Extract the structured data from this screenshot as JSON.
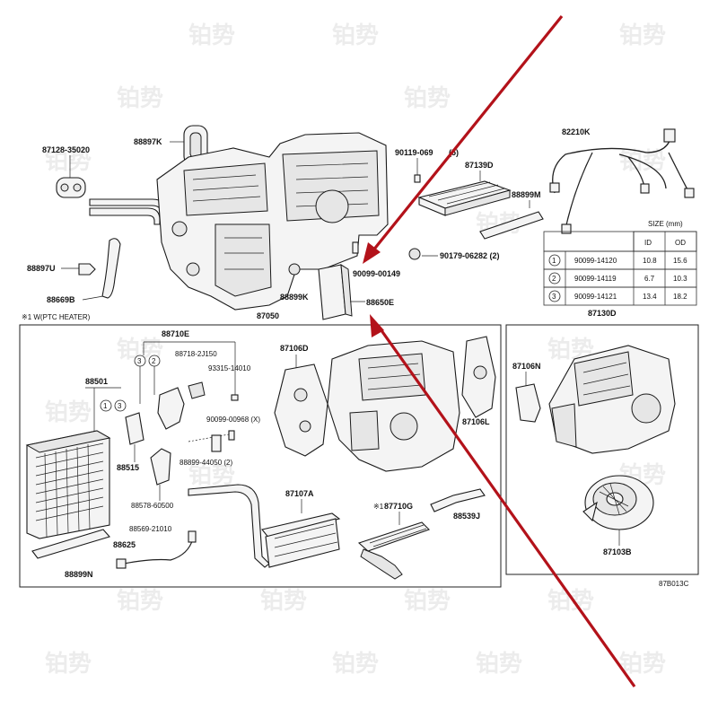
{
  "diagram_code": "87B013C",
  "notes": {
    "ptc_heater": "※1 W(PTC HEATER)",
    "note_88710g": "※1"
  },
  "labels": {
    "p87128": "87128-35020",
    "p88897k": "88897K",
    "p88897u": "88897U",
    "p88669b": "88669B",
    "p88899k": "88899K",
    "p87050": "87050",
    "p90119": "90119-069",
    "p90119b": "(5)",
    "p87139d": "87139D",
    "p88899m": "88899M",
    "p90179": "90179-06282 (2)",
    "p90099_00149": "90099-00149",
    "p88650e": "88650E",
    "p82210k": "82210K",
    "p87130d": "87130D",
    "p88710e": "88710E",
    "p88718": "88718-2J150",
    "p93315": "93315-14010",
    "p90099_00968": "90099-00968 (X)",
    "p88899_44050": "88899-44050 (2)",
    "p88501": "88501",
    "p88515": "88515",
    "p88578": "88578-60500",
    "p88569": "88569-21010",
    "p88625": "88625",
    "p88899n": "88899N",
    "p87106d": "87106D",
    "p87106l": "87106L",
    "p87107a": "87107A",
    "p87710g": "87710G",
    "p88539j": "88539J",
    "p87106n": "87106N",
    "p87103b": "87103B"
  },
  "size_table": {
    "title": "SIZE (mm)",
    "headers": [
      "ID",
      "OD"
    ],
    "rows": [
      {
        "num": "1",
        "part": "90099-14120",
        "id": "10.8",
        "od": "15.6"
      },
      {
        "num": "2",
        "part": "90099-14119",
        "id": "6.7",
        "od": "10.3"
      },
      {
        "num": "3",
        "part": "90099-14121",
        "id": "13.4",
        "od": "18.2"
      }
    ]
  },
  "callouts": [
    "3",
    "2",
    "1",
    "3"
  ],
  "watermark": "铂势"
}
